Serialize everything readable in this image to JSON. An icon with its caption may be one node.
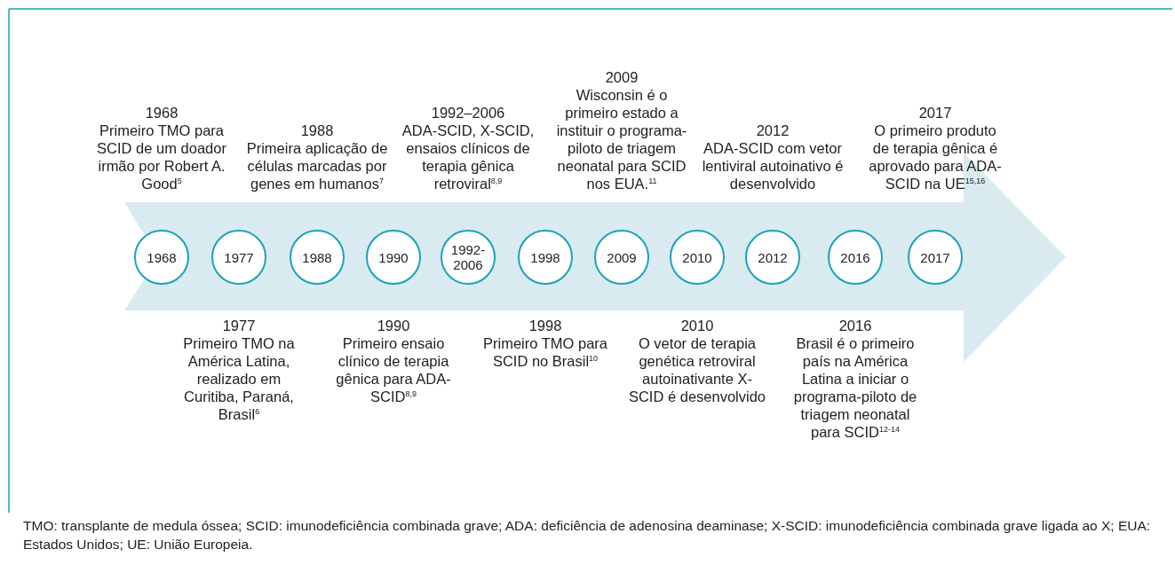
{
  "diagram": {
    "nodes": [
      {
        "text": [
          "1968"
        ],
        "beside": [
          "1968",
          "Primeiro TMO para SCID de um doador irmão por Robert A. Good$^{5}$"
        ]
      },
      {
        "text": [
          "1977"
        ],
        "beside": [
          "1977",
          "Primeiro TMO na América Latina, realizado em Curitiba, Paraná, Brasil$^{6}$"
        ]
      },
      {
        "text": [
          "1988"
        ],
        "beside": [
          "1988",
          "Primeira aplicação de células marcadas por genes em humanos$^{7}$"
        ]
      },
      {
        "text": [
          "1990"
        ],
        "beside": [
          "1990",
          "Primeiro ensaio clínico de terapia gênica para ADA-SCID$^{8,9}$"
        ]
      },
      {
        "text": [
          "1992-2006"
        ],
        "beside": [
          "1992–2006",
          "ADA-SCID, X-SCID, ensaios clínicos de terapia gênica retroviral$^{8,9}$"
        ]
      },
      {
        "text": [
          "1998"
        ],
        "beside": [
          "1998",
          "Primeiro TMO para SCID no Brasil$^{10}$"
        ]
      },
      {
        "text": [
          "2009"
        ],
        "beside": [
          "2009",
          "Wisconsin é o primeiro estado a instituir o programa-piloto de triagem neonatal para SCID nos EUA.$^{11}$"
        ]
      },
      {
        "text": [
          "2010"
        ],
        "beside": [
          "2010",
          "O vetor de terapia genética retroviral autoinativante X-SCID é desenvolvido"
        ]
      },
      {
        "text": [
          "2012"
        ],
        "beside": [
          "2012",
          "ADA-SCID com vetor lentiviral autoinativo é desenvolvido"
        ]
      },
      {
        "text": [
          "2016"
        ],
        "beside": [
          "2016",
          "Brasil é o primeiro país na América Latina a iniciar o programa-piloto de triagem neonatal para SCID$^{12-14}$"
        ]
      },
      {
        "text": [
          "2017"
        ],
        "beside": [
          "2017",
          "O primeiro produto de terapia gênica é aprovado para ADA-SCID na UE$^{15,16}$"
        ]
      }
    ],
    "edges": [],
    "caption": "TMO: transplante de medula óssea; SCID: imunodeficiência combinada grave; ADA: deficiência de adenosina deaminase; X-SCID: imunodeficiência combinada grave ligada ao X; EUA: Estados Unidos; UE: União Europeia."
  }
}
